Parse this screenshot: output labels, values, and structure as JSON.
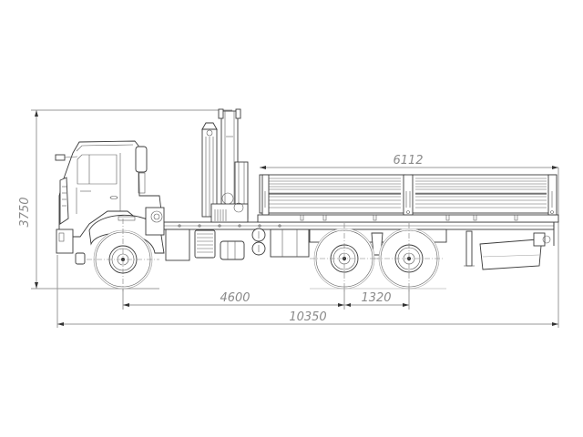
{
  "drawing": {
    "title": "Truck with loader crane and side-board platform - side view",
    "background": "#ffffff",
    "line_color": "#3a3a3a",
    "dimension_color": "#8a8a8a"
  },
  "dimensions": {
    "overall_height": "3750",
    "platform_length": "6112",
    "wheelbase_front_to_tandem": "4600",
    "tandem_spacing": "1320",
    "overall_length": "10350"
  },
  "components": {
    "cab": "cab",
    "crane": "loader-crane",
    "platform": "cargo-platform",
    "front_wheel": "front-axle-wheel",
    "rear_wheel_1": "rear-axle-1-wheel",
    "rear_wheel_2": "rear-axle-2-wheel",
    "fuel_tank": "fuel-tank",
    "spare_tank": "rear-tank"
  }
}
